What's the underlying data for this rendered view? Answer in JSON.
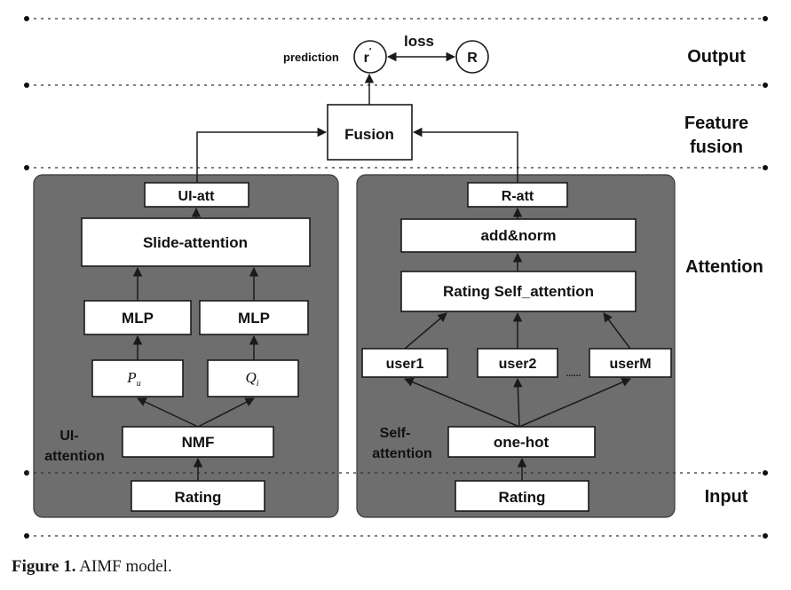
{
  "layers": {
    "output": "Output",
    "feature_fusion_line1": "Feature",
    "feature_fusion_line2": "fusion",
    "attention": "Attention",
    "input": "Input"
  },
  "output_nodes": {
    "prediction_label": "prediction",
    "r_prime": "r",
    "r_prime_sup": "′",
    "R": "R",
    "loss_label": "loss"
  },
  "fusion": "Fusion",
  "left_branch": {
    "output": "UI-att",
    "slide_attention": "Slide-attention",
    "mlp_left": "MLP",
    "mlp_right": "MLP",
    "pu_base": "P",
    "pu_sub": "u",
    "qi_base": "Q",
    "qi_sub": "i",
    "nmf": "NMF",
    "rating": "Rating",
    "panel_label_line1": "UI-",
    "panel_label_line2": "attention"
  },
  "right_branch": {
    "output": "R-att",
    "add_norm": "add&norm",
    "self_attention": "Rating Self_attention",
    "user1": "user1",
    "user2": "user2",
    "ellipsis": "......",
    "userM": "userM",
    "one_hot": "one-hot",
    "rating": "Rating",
    "panel_label_line1": "Self-",
    "panel_label_line2": "attention"
  },
  "caption": {
    "label": "Figure 1.",
    "text": "AIMF model."
  }
}
